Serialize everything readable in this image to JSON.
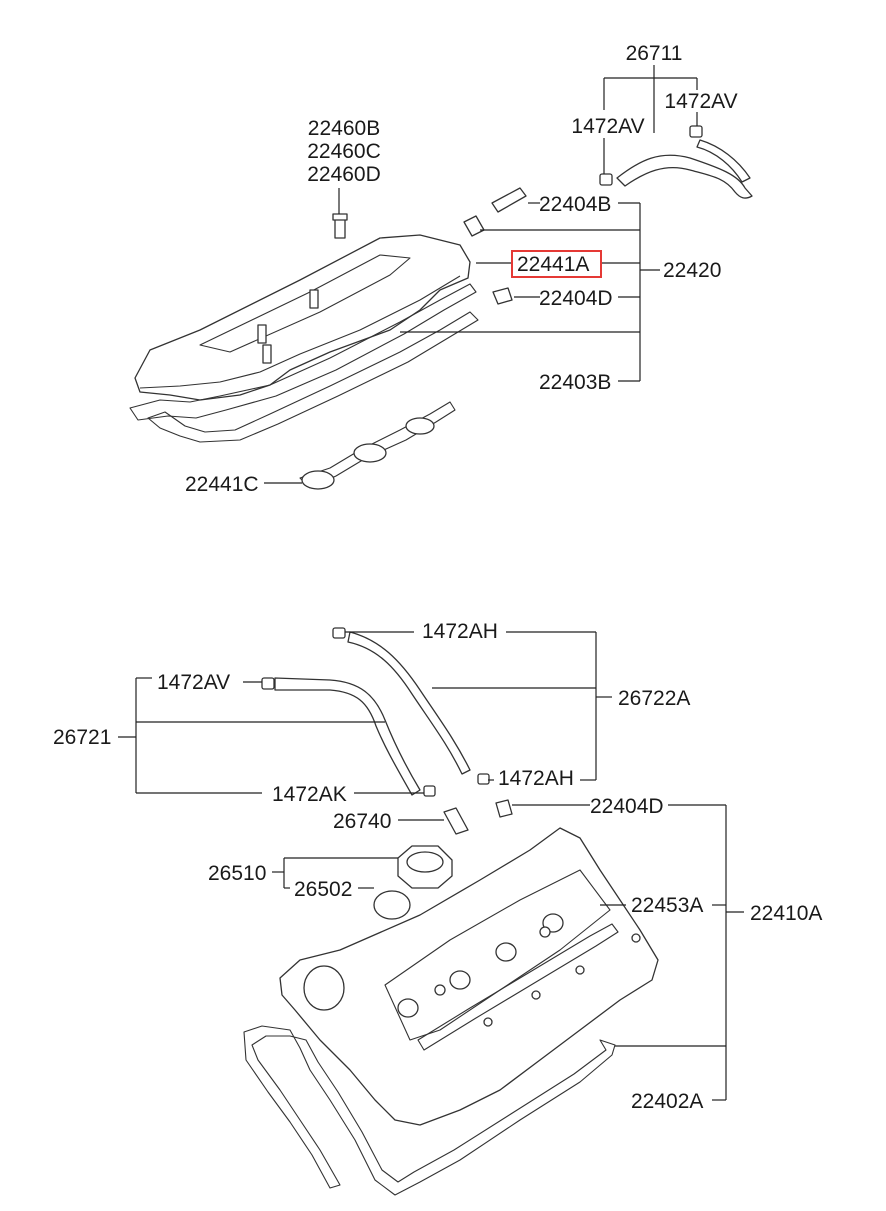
{
  "highlight_color": "#e53935",
  "top_assembly": {
    "labels": {
      "p26711": "26711",
      "p1472AV_left": "1472AV",
      "p1472AV_right": "1472AV",
      "p22460B": "22460B",
      "p22460C": "22460C",
      "p22460D": "22460D",
      "p22404B": "22404B",
      "p22441A": "22441A",
      "p22420": "22420",
      "p22404D": "22404D",
      "p22403B": "22403B",
      "p22441C": "22441C"
    },
    "highlighted": "22441A"
  },
  "bottom_assembly": {
    "labels": {
      "p1472AH_top": "1472AH",
      "p26722A": "26722A",
      "p1472AV": "1472AV",
      "p26721": "26721",
      "p1472AK": "1472AK",
      "p1472AH_bottom": "1472AH",
      "p22404D": "22404D",
      "p26740": "26740",
      "p26510": "26510",
      "p26502": "26502",
      "p22453A": "22453A",
      "p22410A": "22410A",
      "p22402A": "22402A"
    }
  }
}
